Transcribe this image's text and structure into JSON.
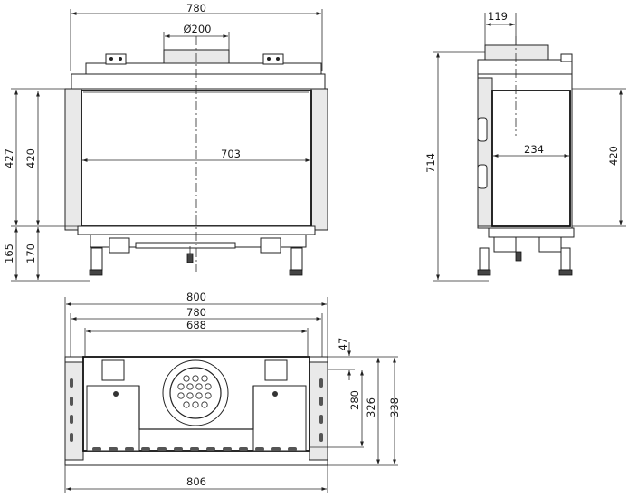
{
  "front_view": {
    "width_top": "780",
    "flue_diameter": "Ø200",
    "glass_width": "703",
    "height_outer": "427",
    "glass_height": "420",
    "base_height_outer": "165",
    "base_height_inner": "170"
  },
  "side_view": {
    "flue_offset": "119",
    "total_height": "714",
    "depth_inner": "234",
    "glass_height": "420"
  },
  "top_view": {
    "width_outer": "800",
    "width_mid": "780",
    "width_inner": "688",
    "depth_front": "47",
    "depth_inner": "280",
    "depth_mid": "326",
    "depth_total": "338",
    "width_bottom": "806"
  },
  "colors": {
    "line": "#222222",
    "fill_light": "#e9e9e9",
    "fill_dark": "#444444"
  }
}
